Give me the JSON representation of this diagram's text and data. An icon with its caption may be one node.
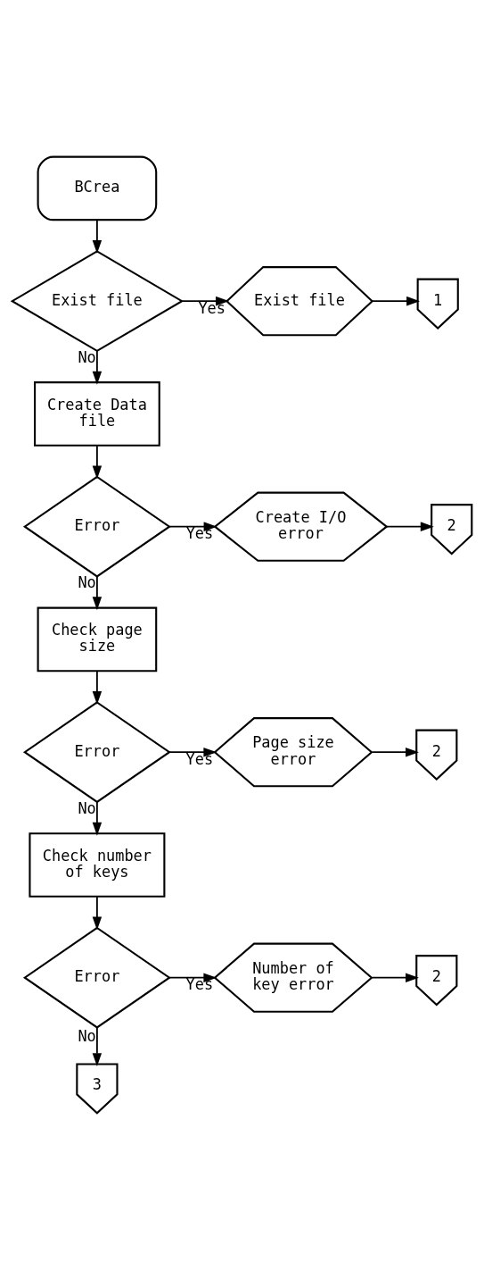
{
  "diagram": {
    "nodes": [
      {
        "text": [
          "BCrea"
        ]
      },
      {
        "text": [
          "Exist file"
        ]
      },
      {
        "text": [
          "Exist file"
        ]
      },
      {
        "text": [
          "1"
        ]
      },
      {
        "text": [
          "Create Data file"
        ]
      },
      {
        "text": [
          "Error"
        ]
      },
      {
        "text": [
          "Create I/O error"
        ]
      },
      {
        "text": [
          "2"
        ]
      },
      {
        "text": [
          "Check page size"
        ]
      },
      {
        "text": [
          "Error"
        ]
      },
      {
        "text": [
          "Page size error"
        ]
      },
      {
        "text": [
          "2"
        ]
      },
      {
        "text": [
          "Check number of keys"
        ]
      },
      {
        "text": [
          "Error"
        ]
      },
      {
        "text": [
          "Number of key error"
        ]
      },
      {
        "text": [
          "2"
        ]
      },
      {
        "text": [
          "3"
        ]
      }
    ],
    "edges": [
      {
        "from": 0,
        "to": 1,
        "arrow": "to"
      },
      {
        "from": 1,
        "to": 2,
        "arrow": "to",
        "label": "Yes"
      },
      {
        "from": 2,
        "to": 3,
        "arrow": "to"
      },
      {
        "from": 1,
        "to": 4,
        "arrow": "to",
        "label": "No"
      },
      {
        "from": 4,
        "to": 5,
        "arrow": "to"
      },
      {
        "from": 5,
        "to": 6,
        "arrow": "to",
        "label": "Yes"
      },
      {
        "from": 6,
        "to": 7,
        "arrow": "to"
      },
      {
        "from": 5,
        "to": 8,
        "arrow": "to",
        "label": "No"
      },
      {
        "from": 8,
        "to": 9,
        "arrow": "to"
      },
      {
        "from": 9,
        "to": 10,
        "arrow": "to",
        "label": "Yes"
      },
      {
        "from": 10,
        "to": 11,
        "arrow": "to"
      },
      {
        "from": 9,
        "to": 12,
        "arrow": "to",
        "label": "No"
      },
      {
        "from": 12,
        "to": 13,
        "arrow": "to"
      },
      {
        "from": 13,
        "to": 14,
        "arrow": "to",
        "label": "Yes"
      },
      {
        "from": 14,
        "to": 15,
        "arrow": "to"
      },
      {
        "from": 13,
        "to": 16,
        "arrow": "to",
        "label": "No"
      }
    ]
  }
}
